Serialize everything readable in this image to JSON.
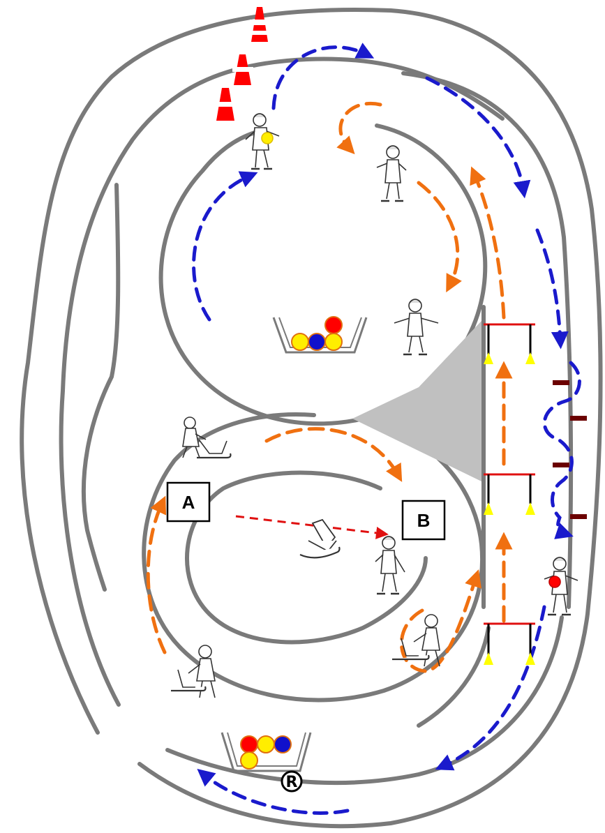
{
  "labels": {
    "station_a": "A",
    "station_b": "B",
    "registered_mark": "R"
  },
  "colors": {
    "track": "#7a7a7a",
    "blue_path": "#1a1acc",
    "orange_path": "#f07010",
    "red_path": "#e01010",
    "cone": "#ff0000",
    "gate_bar": "#e01010",
    "gate_post": "#000000",
    "gate_marker": "#ffff00",
    "marker_brown": "#6b0000",
    "ball_red": "#ff0000",
    "ball_yellow": "#ffee00",
    "ball_blue": "#1010cc",
    "shaded_zone": "#c0c0c0"
  },
  "icons": {
    "cones": "traffic-cone-icon",
    "skater": "skater-icon",
    "sled": "push-sled-icon",
    "basket": "ball-basket-icon",
    "gate": "hurdle-gate-icon"
  }
}
